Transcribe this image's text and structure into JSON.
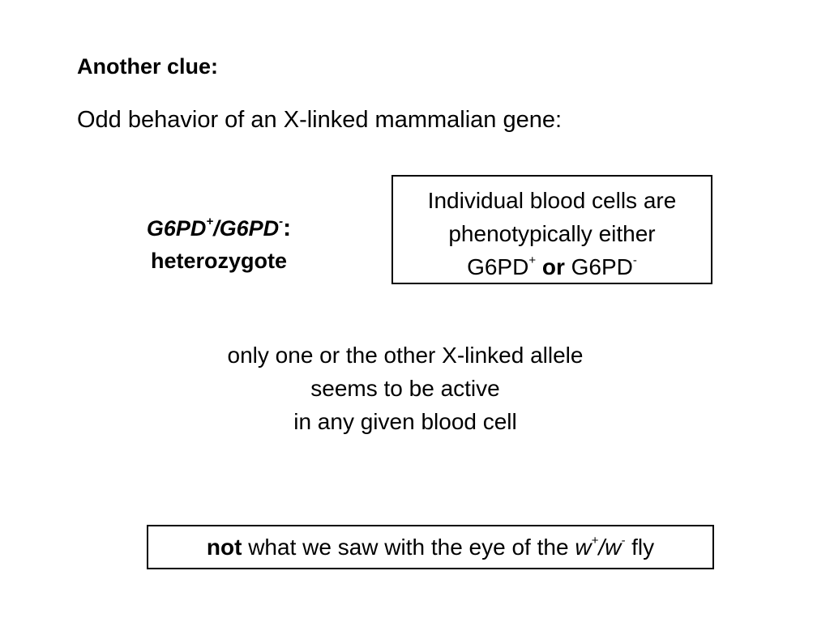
{
  "heading": "Another clue:",
  "subheading": "Odd behavior of an X-linked mammalian gene:",
  "genotype": {
    "allele1": "G6PD",
    "sup1": "+",
    "slash": "/",
    "allele2": "G6PD",
    "sup2": "-",
    "colon": ":",
    "label": "heterozygote"
  },
  "phenotype_box": {
    "line1": "Individual blood cells are",
    "line2": "phenotypically either",
    "gene_a": "G6PD",
    "sup_a": "+",
    "or_word": "or",
    "gene_b": "G6PD",
    "sup_b": "-"
  },
  "conclusion": {
    "line1": "only one or the other X-linked allele",
    "line2": "seems to be active",
    "line3": "in any given blood cell"
  },
  "note_box": {
    "emphasis": "not",
    "text": " what we saw with the eye of the ",
    "w1": "w",
    "sup1": "+",
    "slash": "/",
    "w2": "w",
    "sup2": "-",
    "tail": " fly"
  }
}
